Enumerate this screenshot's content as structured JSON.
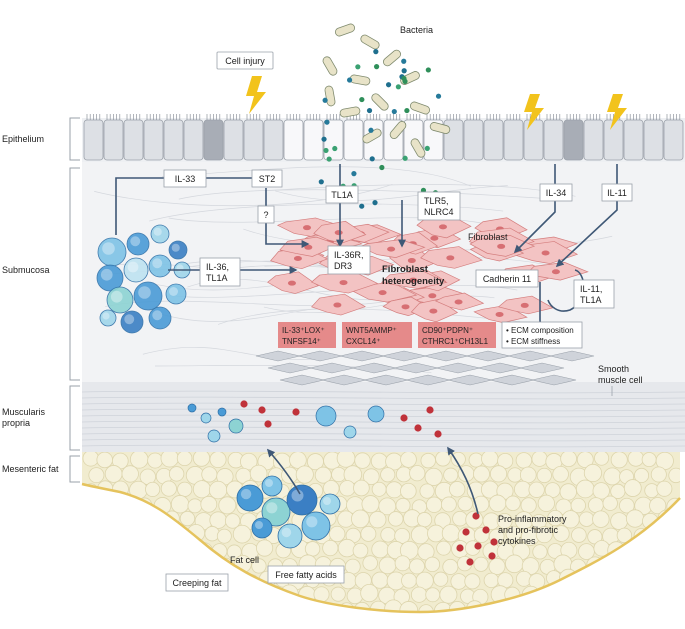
{
  "layers": {
    "epithelium": "Epithelium",
    "submucosa": "Submucosa",
    "muscularis": [
      "Muscularis",
      "propria"
    ],
    "mesenteric": "Mesenteric fat"
  },
  "labels": {
    "bacteria": "Bacteria",
    "cell_injury": "Cell injury",
    "il33": "IL-33",
    "st2": "ST2",
    "question": "?",
    "tl1a": "TL1A",
    "tlr5": [
      "TLR5,",
      "NLRC4"
    ],
    "il34": "IL-34",
    "il11": "IL-11",
    "fibroblast": "Fibroblast",
    "il36_tl1a": [
      "IL-36,",
      "TL1A"
    ],
    "il36r": [
      "IL-36R,",
      "DR3"
    ],
    "heterogeneity": [
      "Fibroblast",
      "heterogeneity"
    ],
    "cadherin": "Cadherin 11",
    "il11_tl1a": [
      "IL-11,",
      "TL1A"
    ],
    "ecm": [
      "• ECM composition",
      "• ECM stiffness"
    ],
    "smooth_muscle": [
      "Smooth",
      "muscle cell"
    ],
    "fat_cell": "Fat cell",
    "ffa": "Free fatty acids",
    "creeping": "Creeping fat",
    "cytokines": [
      "Pro-inflammatory",
      "and pro-fibrotic",
      "cytokines"
    ]
  },
  "subsets": [
    [
      "IL-33⁺LOX⁺",
      "TNFSF14⁺"
    ],
    [
      "WNT5AMMP⁺",
      "CXCL14⁺"
    ],
    [
      "CD90⁺PDPN⁺",
      "CTHRC1⁺CH13L1"
    ]
  ],
  "colors": {
    "arrow": "#3f5876",
    "subset_box": "#e58a8a",
    "fibroblast": "#f3c3c3",
    "fat": "#f1eccf",
    "immune": "#4a9bd6",
    "cytokine": "#c0323a",
    "bolt": "#f2c31c"
  }
}
